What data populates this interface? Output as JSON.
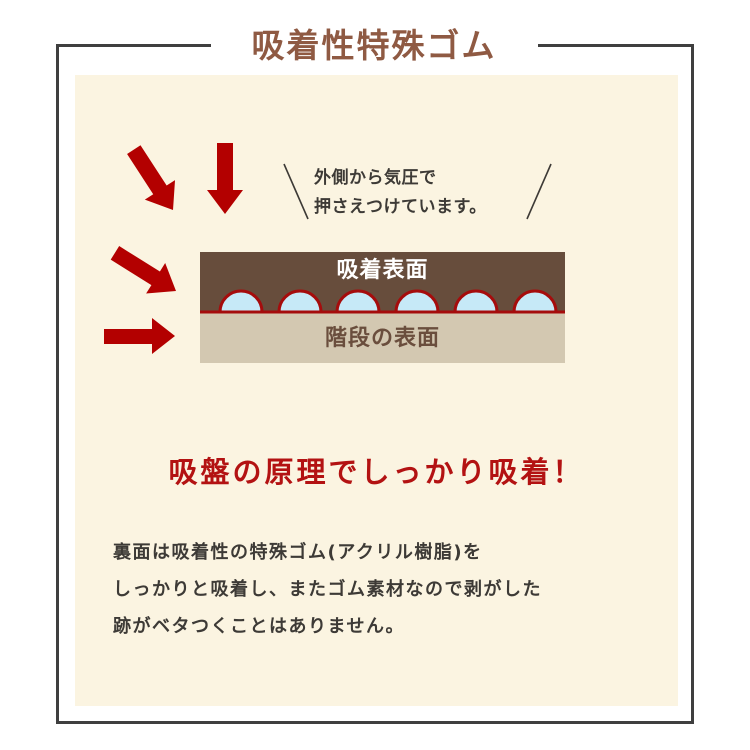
{
  "title": "吸着性特殊ゴム",
  "colors": {
    "frame": "#3f3f3f",
    "title": "#8f5a43",
    "panel_bg": "#fbf4e1",
    "arrow": "#b30000",
    "adhesive_surface": "#674d3c",
    "stair_surface": "#d3c8b1",
    "suction_cup_fill": "#c6e9f7",
    "suction_cup_outline": "#a50c0c",
    "headline": "#b31212",
    "body_text": "#3d3a36"
  },
  "diagram": {
    "callout_lines": [
      "外側から気圧で",
      "押さえつけています。"
    ],
    "adhesive_surface_label": "吸着表面",
    "stair_surface_label": "階段の表面",
    "arrow_icons": [
      "arrow-down",
      "arrow-down-right",
      "arrow-down-right",
      "arrow-right"
    ],
    "suction_cup_count": 6
  },
  "headline": "吸盤の原理でしっかり吸着！",
  "body": {
    "lines": [
      "裏面は吸着性の特殊ゴム(アクリル樹脂)を",
      "しっかりと吸着し、またゴム素材なので剥がした",
      "跡がベタつくことはありません。"
    ]
  }
}
